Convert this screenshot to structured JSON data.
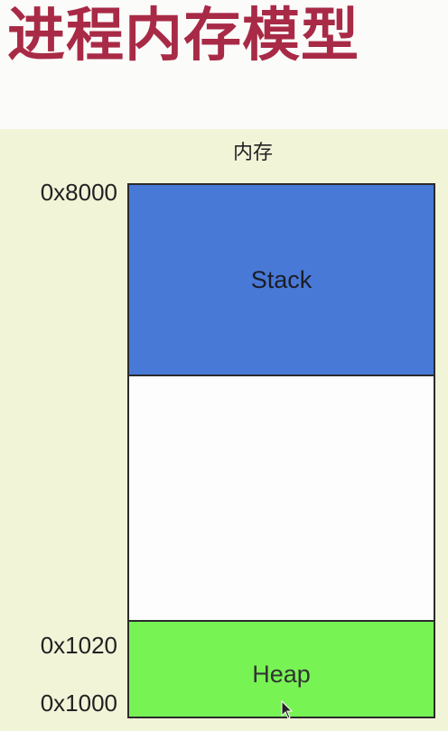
{
  "title": "进程内存模型",
  "panel": {
    "heading": "内存"
  },
  "addresses": {
    "top": "0x8000",
    "heap_top": "0x1020",
    "bottom": "0x1000"
  },
  "segments": {
    "stack": {
      "label": "Stack",
      "color": "#4879d6"
    },
    "free": {
      "label": "",
      "color": "#fdfdfd"
    },
    "heap": {
      "label": "Heap",
      "color": "#77f454"
    }
  },
  "icons": {
    "cursor": "mouse-pointer-icon"
  }
}
